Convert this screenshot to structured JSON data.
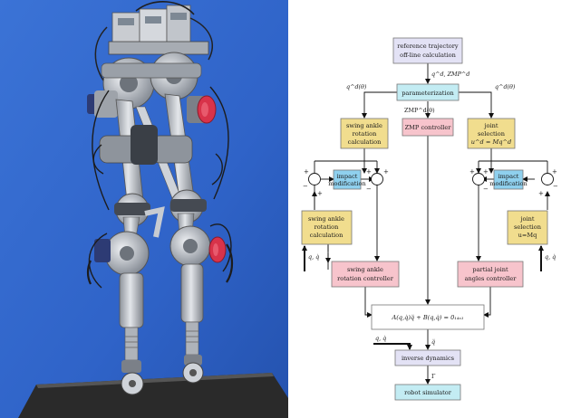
{
  "colors": {
    "photo_background": "#2f63c8",
    "floor_mat": "#2e2e2e",
    "metal": "#b9bdc4",
    "motor_red": "#d8334a",
    "box_purple": "#e3e2f5",
    "box_cyan": "#c3ecf3",
    "box_yellow": "#f1dd8e",
    "box_blue": "#8fd0ee",
    "box_pink": "#f7c4cc",
    "box_white": "#ffffff",
    "line": "#111111"
  },
  "diagram": {
    "blocks": {
      "reference_trajectory": [
        "reference trajectory",
        "off-line calculation"
      ],
      "parameterization": [
        "parameterization"
      ],
      "swing_ankle_rotation_calc_top": [
        "swing ankle",
        "rotation",
        "calculation"
      ],
      "zmp_controller": [
        "ZMP controller"
      ],
      "joint_selection_top": [
        "joint",
        "selection",
        "u^d = Mq^d"
      ],
      "impact_modification_left": [
        "impact",
        "modification"
      ],
      "impact_modification_right": [
        "impact",
        "modification"
      ],
      "swing_ankle_rotation_calc_bottom": [
        "swing ankle",
        "rotation",
        "calculation"
      ],
      "joint_selection_bottom": [
        "joint",
        "selection",
        "u=Mq"
      ],
      "swing_ankle_rotation_controller": [
        "swing ankle",
        "rotation controller"
      ],
      "partial_joint_angles_controller": [
        "partial joint",
        "angles controller"
      ],
      "dynamics_equation": [
        "A(q,q̇)q̈ + B(q,q̇) = 0₁₄ₓ₁"
      ],
      "inverse_dynamics": [
        "inverse dynamics"
      ],
      "robot_simulator": [
        "robot simulator"
      ]
    },
    "labels": {
      "qd_zmpd": "q^d, ZMP^d",
      "qd_theta_left": "q^d(θ)",
      "zmpd_theta": "ZMP^d(θ)",
      "qd_theta_right": "q^d(θ)",
      "q_qdot_left": "q, q̇",
      "q_qdot_right": "q, q̇",
      "qddot": "q̈",
      "q_qdot_bottom": "q, q̇",
      "gamma": "Γ"
    },
    "signs": {
      "left_outer_plus": "+",
      "left_outer_minus": "−",
      "left_outer_plus_bottom": "+",
      "left_inner_plus": "+",
      "left_inner_plus_right": "+",
      "left_inner_minus": "−",
      "right_inner_plus": "+",
      "right_inner_plus_left": "+",
      "right_inner_minus": "−",
      "right_outer_plus": "+",
      "right_outer_minus": "−",
      "right_outer_plus_bottom": "+"
    }
  }
}
